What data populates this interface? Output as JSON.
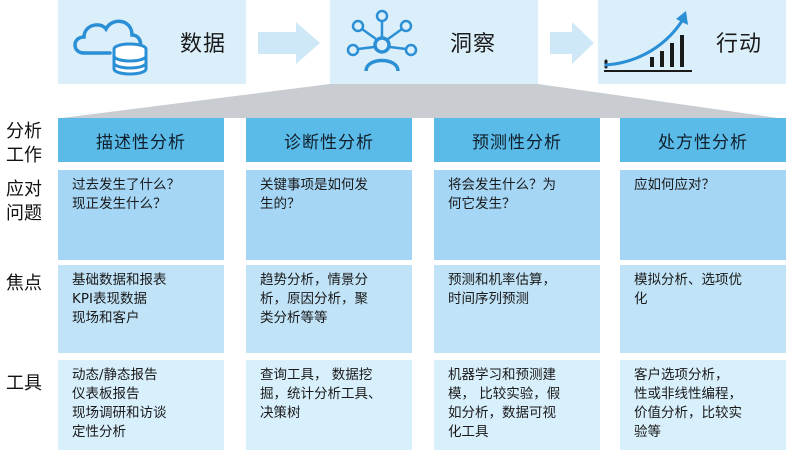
{
  "flow": {
    "data_label": "数据",
    "insight_label": "洞察",
    "action_label": "行动"
  },
  "row_labels": {
    "work": "分析\n工作",
    "question": "应对\n问题",
    "focus": "焦点",
    "tools": "工具"
  },
  "columns": [
    {
      "header": "描述性分析",
      "question": "过去发生了什么？\n现正发生什么？",
      "focus": "基础数据和报表\nKPI表现数据\n现场和客户",
      "tools": "动态/静态报告\n仪表板报告\n现场调研和访谈\n定性分析"
    },
    {
      "header": "诊断性分析",
      "question": "关键事项是如何发\n生的？",
      "focus": "趋势分析，情景分\n析，原因分析，聚\n类分析等等",
      "tools": "查询工具，  数据挖\n掘，统计分析工具、\n决策树"
    },
    {
      "header": "预测性分析",
      "question": "将会发生什么？为\n何它发生？",
      "focus": "预测和机率估算，\n时间序列预测",
      "tools": "机器学习和预测建\n模， 比较实验，假\n如分析，数据可视\n化工具"
    },
    {
      "header": "处方性分析",
      "question": "应如何应对？",
      "focus": "模拟分析、选项优\n化",
      "tools": "客户选项分析，\n性或非线性编程，\n价值分析，比较实\n验等"
    }
  ],
  "colors": {
    "flow_bg": "#dbeffa",
    "icon_blue": "#2b8fd6",
    "arrow": "#cfe8f7",
    "trapezoid": "#c9cdd1",
    "header_bg": "#5bbbe8",
    "question_bg": "#a5d6f5",
    "focus_bg": "#c0e3f8",
    "tools_bg": "#d8effc"
  },
  "icons": [
    "cloud-database-icon",
    "network-person-icon",
    "growth-chart-icon",
    "right-arrow-icon"
  ]
}
